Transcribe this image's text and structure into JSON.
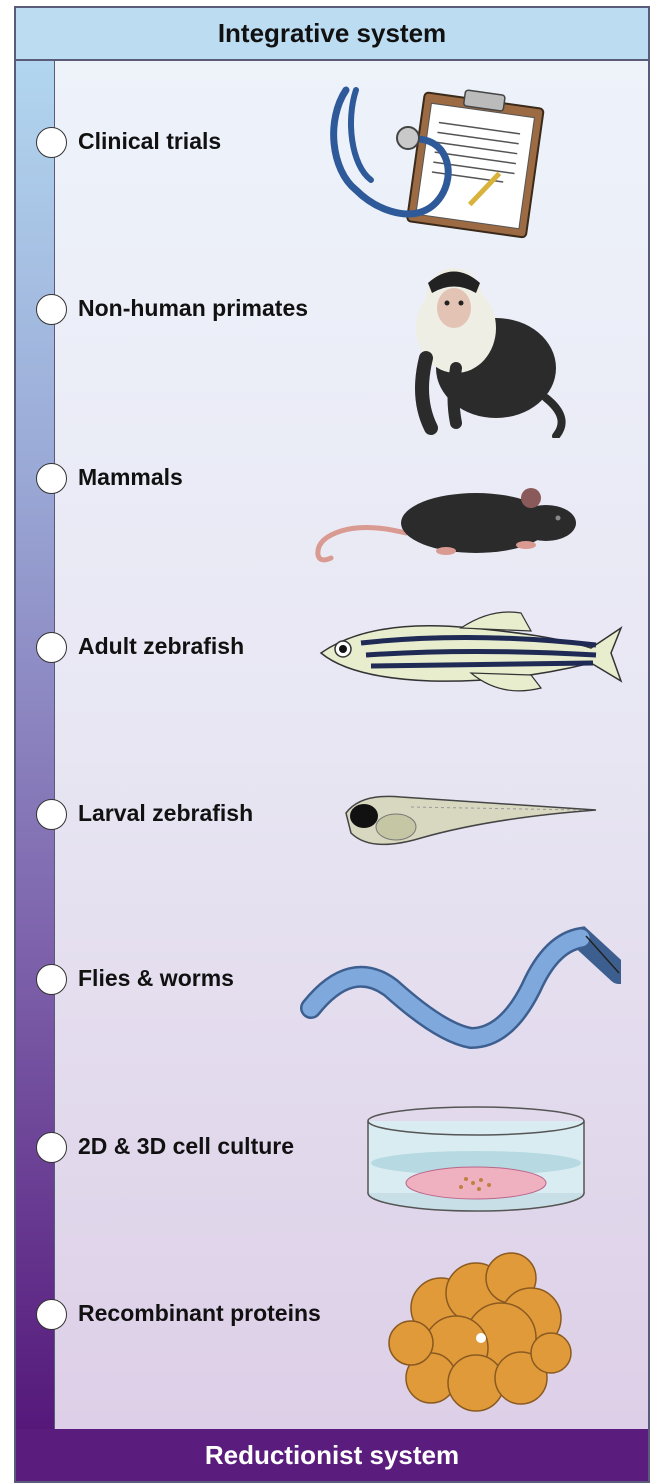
{
  "header": {
    "title": "Integrative system"
  },
  "footer": {
    "title": "Reductionist system"
  },
  "items": [
    {
      "label": "Clinical trials",
      "icon": "stethoscope-clipboard-icon"
    },
    {
      "label": "Non-human primates",
      "icon": "monkey-icon"
    },
    {
      "label": "Mammals",
      "icon": "mouse-icon"
    },
    {
      "label": "Adult zebrafish",
      "icon": "adult-zebrafish-icon"
    },
    {
      "label": "Larval zebrafish",
      "icon": "larval-zebrafish-icon"
    },
    {
      "label": "Flies & worms",
      "icon": "worm-icon"
    },
    {
      "label": "2D & 3D cell culture",
      "icon": "petri-dish-icon"
    },
    {
      "label": "Recombinant proteins",
      "icon": "protein-icon"
    }
  ],
  "colors": {
    "top": "#bcdcf2",
    "bottom": "#5a1d7e"
  }
}
